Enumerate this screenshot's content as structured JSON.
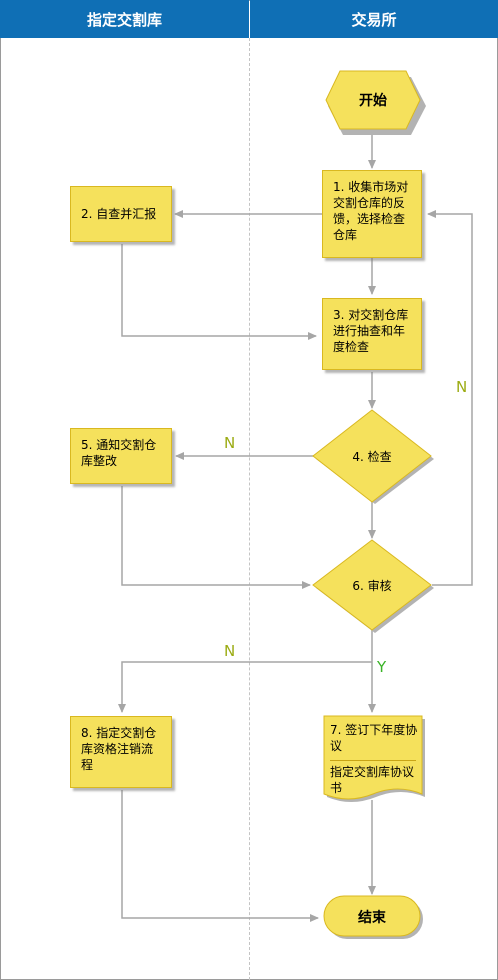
{
  "lanes": {
    "left": "指定交割库",
    "right": "交易所"
  },
  "nodes": {
    "start": "开始",
    "step1": "1. 收集市场对交割仓库的反馈，选择检查仓库",
    "step2": "2. 自查并汇报",
    "step3": "3. 对交割仓库进行抽查和年度检查",
    "step4": "4. 检查",
    "step5": "5. 通知交割仓库整改",
    "step6": "6. 审核",
    "step7_title": "7. 签订下年度协议",
    "step7_doc": "指定交割库协议书",
    "step8": "8. 指定交割仓库资格注销流程",
    "end": "结束"
  },
  "edge_labels": {
    "n1": "N",
    "n2": "N",
    "n3": "N",
    "y": "Y"
  },
  "colors": {
    "header": "#0f6fb5",
    "node_fill": "#f5e15c",
    "node_border": "#d9b820",
    "arrow": "#a6a6a6"
  }
}
